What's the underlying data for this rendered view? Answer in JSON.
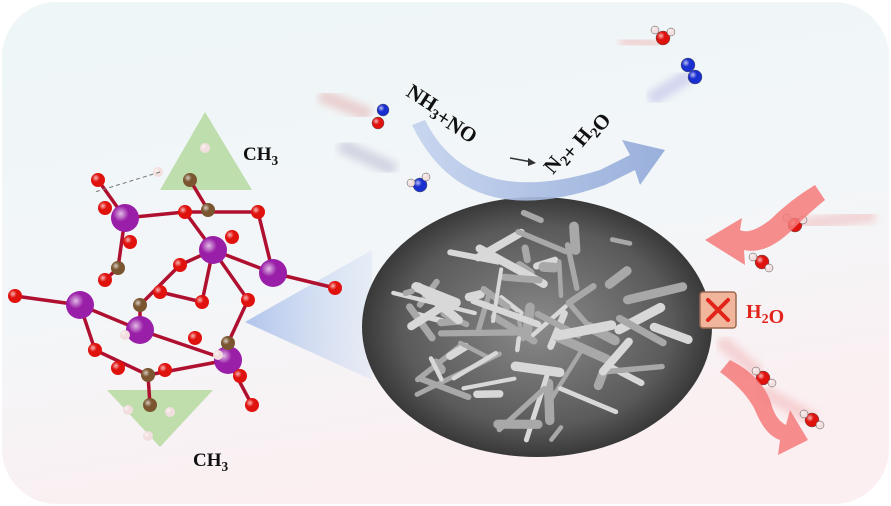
{
  "labels": {
    "reaction_left": "NH3+NO",
    "reaction_right": "N2+ H2O",
    "methyl_top": "CH3",
    "methyl_bottom": "CH3",
    "water_blocked": "H2O"
  },
  "colors": {
    "oxygen": "#e0120e",
    "carbon": "#7a5530",
    "metal": "#9a1fa8",
    "hydrogen": "#f2dede",
    "nitrogen": "#1a2fd0",
    "blocked_box": "#f0b59a",
    "blocked_x": "#e2231a",
    "arrow_blue": "#8fa8d8",
    "arrow_red": "#f47a7a",
    "triangle": "#b9dca4"
  }
}
